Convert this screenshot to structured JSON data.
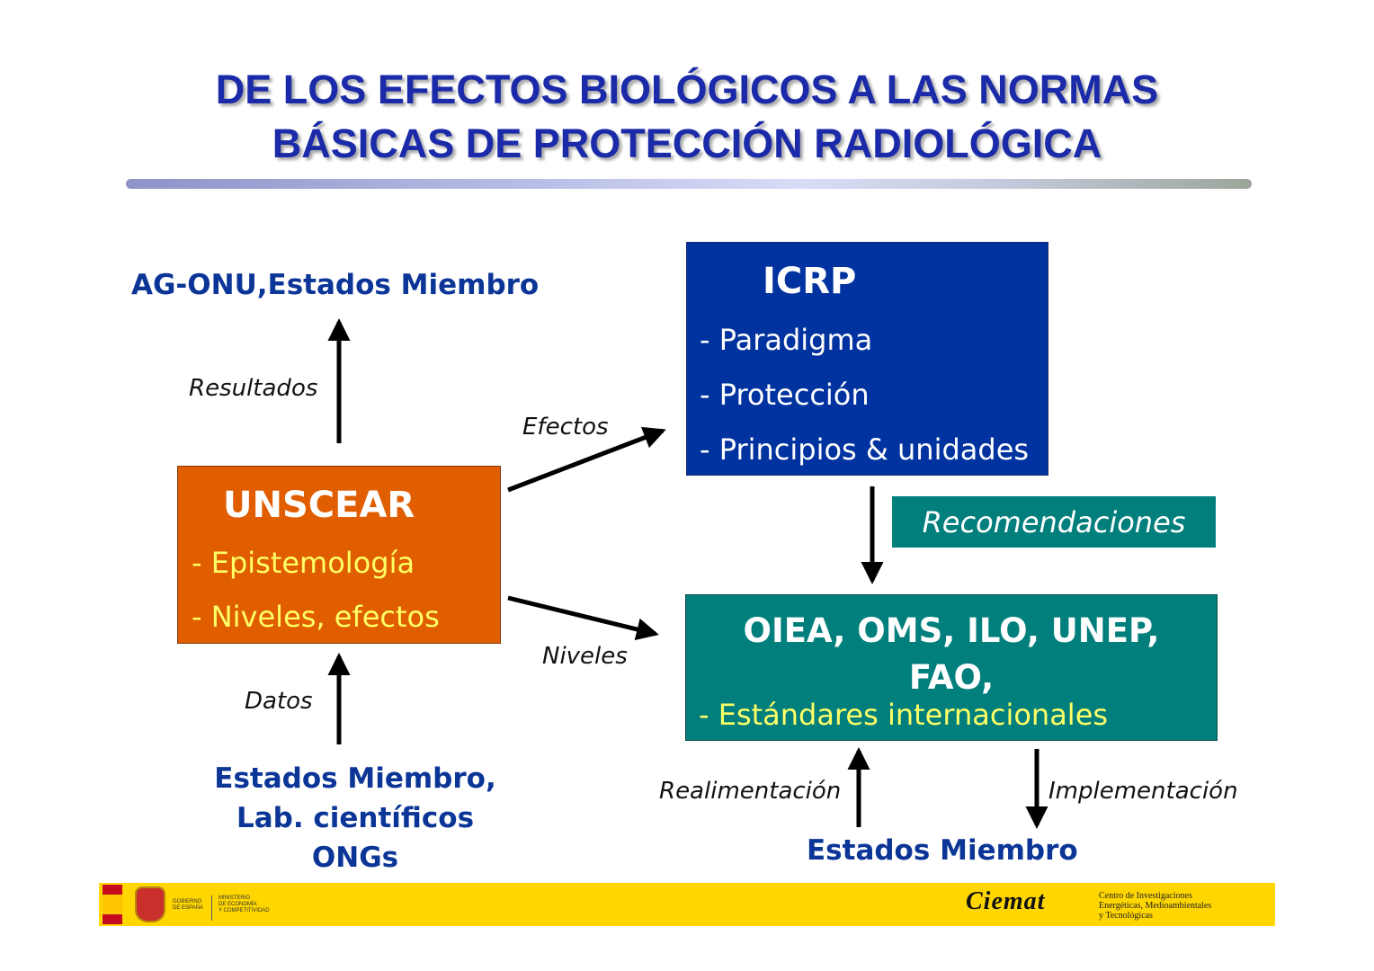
{
  "title": {
    "line1": "DE LOS EFECTOS BIOLÓGICOS A LAS NORMAS",
    "line2": "BÁSICAS DE PROTECCIÓN RADIOLÓGICA"
  },
  "labels": {
    "top_left": "AG-ONU,Estados Miembro",
    "resultados": "Resultados",
    "efectos": "Efectos",
    "niveles": "Niveles",
    "datos": "Datos",
    "bottom_left_1": "Estados Miembro,",
    "bottom_left_2": "Lab. científicos",
    "bottom_left_3": "ONGs",
    "realimentacion": "Realimentación",
    "implementacion": "Implementación",
    "bottom_right": "Estados Miembro"
  },
  "unscear": {
    "title": "UNSCEAR",
    "items": [
      "- Epistemología",
      "- Niveles, efectos"
    ]
  },
  "icrp": {
    "title": "ICRP",
    "items": [
      "- Paradigma",
      "- Protección",
      "- Principios & unidades"
    ]
  },
  "recomendaciones": "Recomendaciones",
  "oiea": {
    "title_1": "OIEA, OMS, ILO, UNEP,",
    "title_2": "FAO,",
    "item": "- Estándares internacionales"
  },
  "footer": {
    "gov_1": "GOBIERNO",
    "gov_2": "DE ESPAÑA",
    "min_1": "MINISTERIO",
    "min_2": "DE ECONOMÍA",
    "min_3": "Y COMPETITIVIDAD",
    "brand": "Ciemat",
    "brand_sub_1": "Centro de Investigaciones",
    "brand_sub_2": "Energéticas, Medioambientales",
    "brand_sub_3": "y Tecnológicas",
    "colors": {
      "bar": "#ffd600",
      "flag_red": "#c60b1e",
      "flag_yellow": "#ffc400"
    }
  },
  "colors": {
    "title": "#1a2aa8",
    "unscear": "#e05e00",
    "icrp": "#0033a0",
    "oiea": "#007f7c",
    "label_blue": "#0b3596",
    "item_yellow": "#ffff66"
  }
}
